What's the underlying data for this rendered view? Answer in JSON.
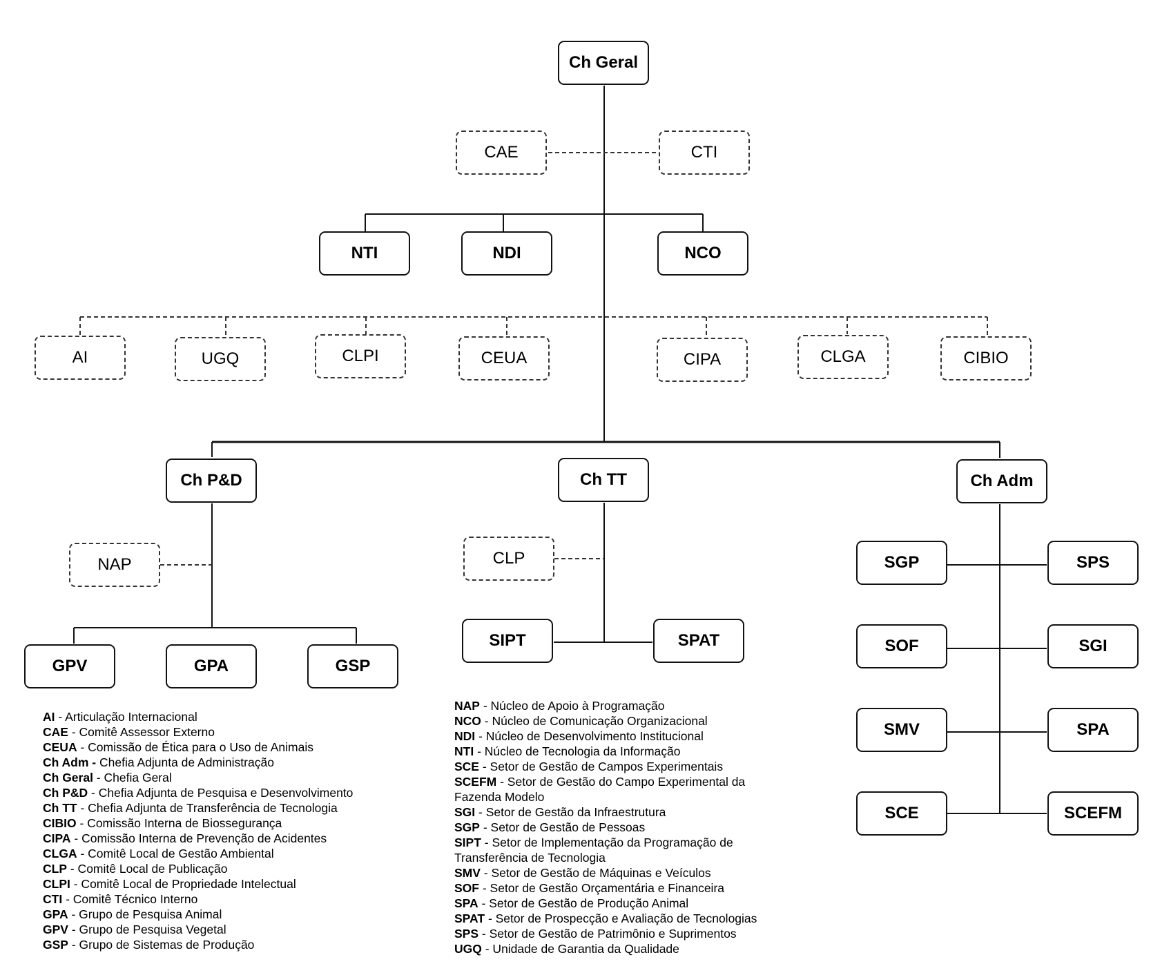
{
  "nodes": {
    "ch_geral": "Ch Geral",
    "cae": "CAE",
    "cti": "CTI",
    "nti": "NTI",
    "ndi": "NDI",
    "nco": "NCO",
    "ai": "AI",
    "ugq": "UGQ",
    "clpi": "CLPI",
    "ceua": "CEUA",
    "cipa": "CIPA",
    "clga": "CLGA",
    "cibio": "CIBIO",
    "ch_pd": "Ch P&D",
    "ch_tt": "Ch TT",
    "ch_adm": "Ch Adm",
    "nap": "NAP",
    "clp": "CLP",
    "gpv": "GPV",
    "gpa": "GPA",
    "gsp": "GSP",
    "sipt": "SIPT",
    "spat": "SPAT",
    "sgp": "SGP",
    "sps": "SPS",
    "sof": "SOF",
    "sgi": "SGI",
    "smv": "SMV",
    "spa": "SPA",
    "sce": "SCE",
    "scefm": "SCEFM"
  },
  "legend_left": [
    {
      "abbr": "AI",
      "desc": " - Articulação Internacional"
    },
    {
      "abbr": "CAE",
      "desc": " - Comitê Assessor Externo"
    },
    {
      "abbr": "CEUA",
      "desc": " - Comissão de Ética para o Uso de Animais"
    },
    {
      "abbr": "Ch Adm -",
      "desc": " Chefia Adjunta de Administração"
    },
    {
      "abbr": "Ch Geral",
      "desc": " - Chefia Geral"
    },
    {
      "abbr": "Ch P&D",
      "desc": " - Chefia Adjunta de Pesquisa e Desenvolvimento"
    },
    {
      "abbr": "Ch TT",
      "desc": " - Chefia Adjunta de Transferência de Tecnologia"
    },
    {
      "abbr": "CIBIO",
      "desc": " - Comissão Interna de Biossegurança"
    },
    {
      "abbr": "CIPA",
      "desc": " - Comissão Interna de Prevenção de Acidentes"
    },
    {
      "abbr": "CLGA",
      "desc": " - Comitê Local de Gestão Ambiental"
    },
    {
      "abbr": "CLP",
      "desc": " - Comitê Local de Publicação"
    },
    {
      "abbr": "CLPI",
      "desc": " - Comitê Local de Propriedade Intelectual"
    },
    {
      "abbr": "CTI",
      "desc": " - Comitê Técnico Interno"
    },
    {
      "abbr": "GPA",
      "desc": " - Grupo de Pesquisa Animal"
    },
    {
      "abbr": "GPV",
      "desc": " - Grupo de Pesquisa Vegetal"
    },
    {
      "abbr": "GSP",
      "desc": " - Grupo de Sistemas de Produção"
    }
  ],
  "legend_right": [
    {
      "abbr": "NAP",
      "desc": " - Núcleo de Apoio à Programação"
    },
    {
      "abbr": "NCO",
      "desc": " - Núcleo de Comunicação Organizacional"
    },
    {
      "abbr": "NDI",
      "desc": " - Núcleo de Desenvolvimento Institucional"
    },
    {
      "abbr": "NTI",
      "desc": " - Núcleo de Tecnologia da Informação"
    },
    {
      "abbr": "SCE",
      "desc": " - Setor de Gestão de Campos Experimentais"
    },
    {
      "abbr": "SCEFM",
      "desc": " - Setor de Gestão do Campo Experimental da Fazenda Modelo"
    },
    {
      "abbr": "SGI",
      "desc": " - Setor de Gestão da Infraestrutura"
    },
    {
      "abbr": "SGP",
      "desc": " - Setor de Gestão de Pessoas"
    },
    {
      "abbr": "SIPT",
      "desc": " - Setor de Implementação da Programação de Transferência de Tecnologia"
    },
    {
      "abbr": "SMV",
      "desc": " - Setor de Gestão de Máquinas e Veículos"
    },
    {
      "abbr": "SOF",
      "desc": " - Setor de Gestão Orçamentária e Financeira"
    },
    {
      "abbr": "SPA",
      "desc": " - Setor de Gestão de Produção Animal"
    },
    {
      "abbr": "SPAT",
      "desc": " - Setor de Prospecção e Avaliação de Tecnologias"
    },
    {
      "abbr": "SPS",
      "desc": " - Setor de Gestão de Patrimônio e Suprimentos"
    },
    {
      "abbr": "UGQ",
      "desc": " - Unidade de Garantia da Qualidade"
    }
  ]
}
